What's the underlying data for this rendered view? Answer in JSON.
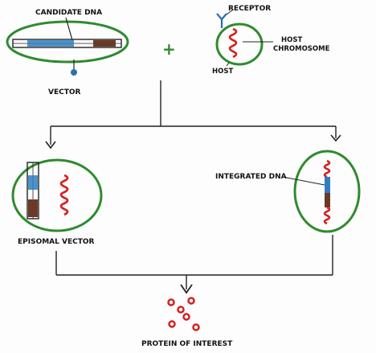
{
  "labels": {
    "candidate_dna": "CANDIDATE DNA",
    "vector": "VECTOR",
    "receptor": "RECEPTOR",
    "host_chromosome_line1": "HOST",
    "host_chromosome_line2": "CHROMOSOME",
    "host": "HOST",
    "plus": "+",
    "integrated_dna": "INTEGRATED DNA",
    "episomal_vector": "EPISOMAL VECTOR",
    "protein_of_interest": "PROTEIN OF INTEREST"
  },
  "colors": {
    "cell_outline": "#2e8b2e",
    "chromosome": "#d42020",
    "candidate_dna": "#2f7fc0",
    "vector_segment": "#6b3a26",
    "receptor": "#2a6fb0",
    "protein_dots": "#d42020",
    "lines": "#222222"
  },
  "icons": {
    "arrow": "down-arrow-icon",
    "receptor": "receptor-y-icon",
    "chromosome": "chromosome-squiggle-icon",
    "protein": "protein-dot-icon"
  }
}
